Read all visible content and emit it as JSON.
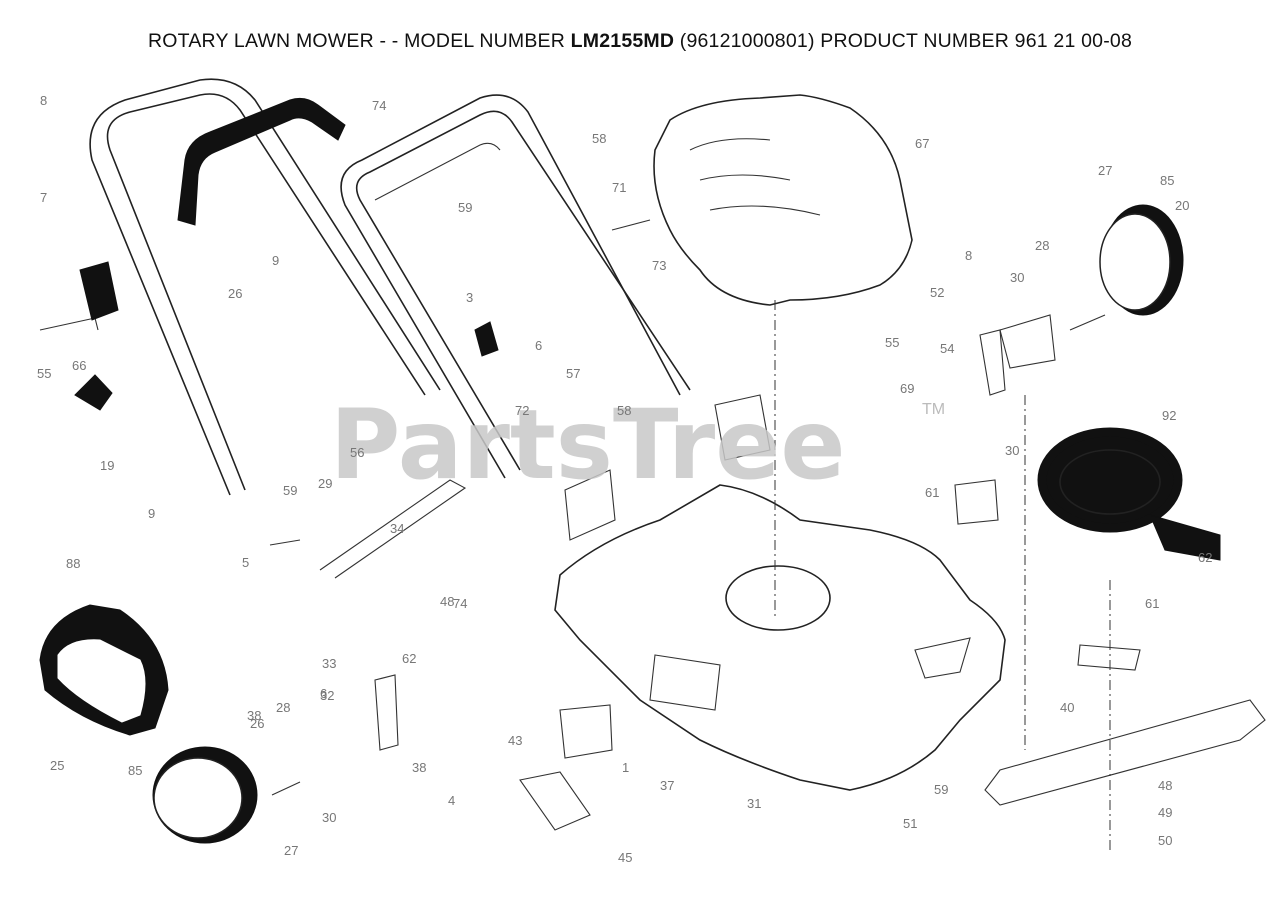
{
  "header": {
    "prefix": "ROTARY LAWN MOWER - - MODEL NUMBER ",
    "model": "LM2155MD",
    "suffix": "  (96121000801) PRODUCT NUMBER 961 21 00-08"
  },
  "watermark": {
    "text": "PartsTree",
    "tm": "TM"
  },
  "labels": [
    "8",
    "74",
    "58",
    "67",
    "27",
    "85",
    "7",
    "59",
    "71",
    "28",
    "8",
    "30",
    "20",
    "9",
    "3",
    "73",
    "52",
    "26",
    "55",
    "66",
    "6",
    "57",
    "55",
    "54",
    "69",
    "30",
    "72",
    "92",
    "19",
    "58",
    "56",
    "29",
    "59",
    "61",
    "88",
    "9",
    "34",
    "48",
    "5",
    "33",
    "74",
    "62",
    "6",
    "32",
    "26",
    "38",
    "43",
    "1",
    "37",
    "31",
    "4",
    "30",
    "48",
    "40",
    "61",
    "49",
    "50",
    "62",
    "45",
    "28",
    "25",
    "85",
    "27",
    "38",
    "51",
    "59"
  ],
  "colors": {
    "line": "#222222",
    "label": "#777777",
    "watermark": "#c8c8c8"
  }
}
